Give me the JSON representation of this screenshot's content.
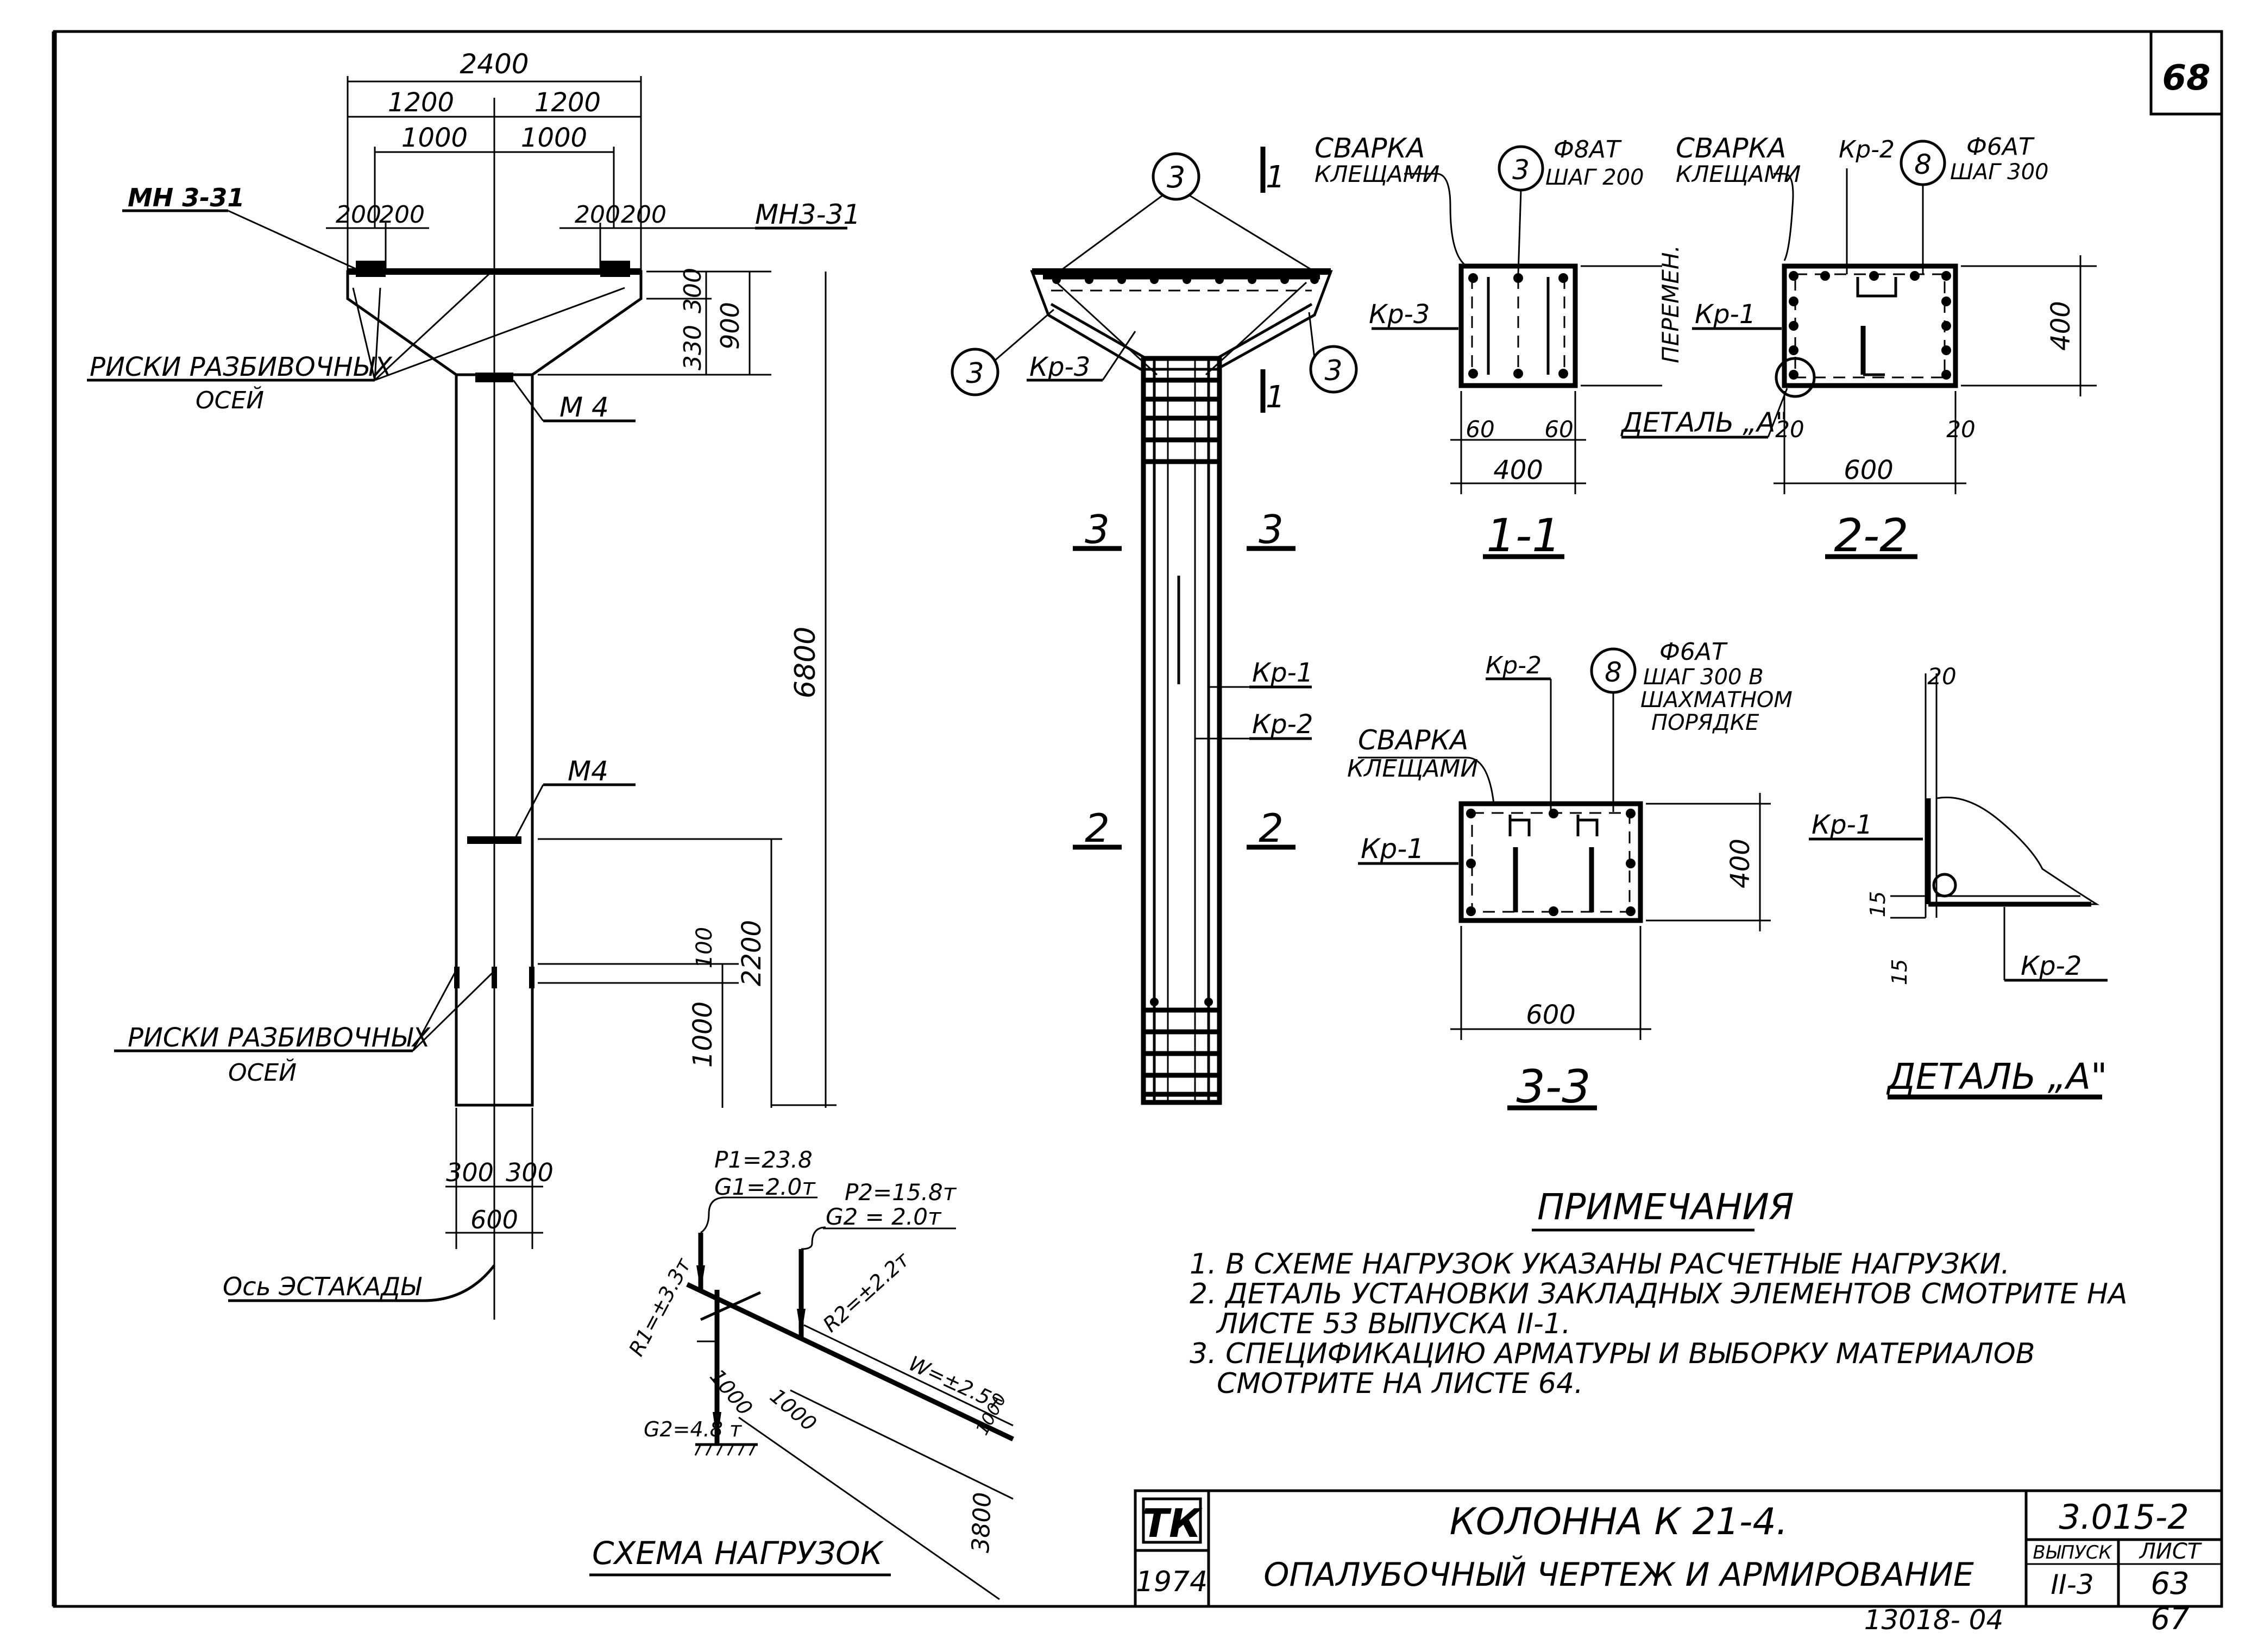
{
  "sheet": {
    "corner_mark": "68"
  },
  "elevation": {
    "dims": {
      "overall": "2400",
      "left_half": "1200",
      "right_half": "1200",
      "inner_left": "1000",
      "inner_right": "1000",
      "pad_ll": "200",
      "pad_lr": "200",
      "pad_rl": "200",
      "pad_rr": "200",
      "head_total": "900",
      "head_top": "300",
      "head_taper": "330",
      "column_height": "6800",
      "lower_zone": "2200",
      "base_offset": "1000",
      "ref_100": "100",
      "width_left": "300",
      "width_right": "300",
      "width_total": "600"
    },
    "labels": {
      "mn_left": "МН 3-31",
      "mn_right": "МН3-31",
      "marks_top_1": "РИСКИ РАЗБИВОЧНЫХ",
      "marks_top_2": "ОСЕЙ",
      "m4_top": "М 4",
      "m4_mid": "М4",
      "marks_bot_1": "РИСКИ РАЗБИВОЧНЫХ",
      "marks_bot_2": "ОСЕЙ",
      "axis": "Ось ЭСТАКАДЫ"
    }
  },
  "reinforcement": {
    "bubble_top": "3",
    "bubble_left": "3",
    "bubble_right": "3",
    "kr3": "Кр-3",
    "section_1": "1",
    "kr1": "Кр-1",
    "kr2": "Кр-2",
    "section_3": "3",
    "section_2": "2"
  },
  "section_1_1": {
    "weld_1": "СВАРКА",
    "weld_2": "КЛЕЩАМИ",
    "bubble": "3",
    "bar": "Ф8АТ",
    "step": "ШАГ 200",
    "kr3": "Кр-3",
    "var": "ПЕРЕМЕН.",
    "d60a": "60",
    "d60b": "60",
    "width": "400",
    "title": "1-1"
  },
  "section_2_2": {
    "weld_1": "СВАРКА",
    "weld_2": "КЛЕЩАМИ",
    "kr2": "Кр-2",
    "bubble": "8",
    "bar": "Ф6АТ",
    "step": "ШАГ 300",
    "kr1": "Кр-1",
    "height": "400",
    "detail": "ДЕТАЛЬ „А\"",
    "d20a": "20",
    "d20b": "20",
    "width": "600",
    "title": "2-2"
  },
  "section_3_3": {
    "kr2": "Кр-2",
    "bubble": "8",
    "bar": "Ф6АТ",
    "step_1": "ШАГ 300 В",
    "step_2": "ШАХМАТНОМ",
    "step_3": "ПОРЯДКЕ",
    "weld_1": "СВАРКА",
    "weld_2": "КЛЕЩАМИ",
    "kr1": "Кр-1",
    "height": "400",
    "width": "600",
    "title": "3-3"
  },
  "detail_a": {
    "d20": "20",
    "kr1": "Кр-1",
    "d15a": "15",
    "d15b": "15",
    "kr2": "Кр-2",
    "title": "ДЕТАЛЬ „А\""
  },
  "load_scheme": {
    "p1": "P1=23.8",
    "g1": "G1=2.0т",
    "p2": "P2=15.8т",
    "g2": "G2 = 2.0т",
    "r1": "R1=±3.3т",
    "r2": "R2=±2.2т",
    "w": "W=±2.5т",
    "d1000a": "1000",
    "d1000b": "1000",
    "d1000c": "1000",
    "g_low": "G2=4.8 т",
    "d3800": "3800",
    "title": "СХЕМА НАГРУЗОК"
  },
  "notes": {
    "title": "ПРИМЕЧАНИЯ",
    "lines": [
      "1. В СХЕМЕ НАГРУЗОК УКАЗАНЫ РАСЧЕТНЫЕ НАГРУЗКИ.",
      "2. ДЕТАЛЬ УСТАНОВКИ ЗАКЛАДНЫХ ЭЛЕМЕНТОВ СМОТРИТЕ НА",
      "ЛИСТЕ 53 ВЫПУСКА II-1.",
      "3. СПЕЦИФИКАЦИЮ АРМАТУРЫ И ВЫБОРКУ МАТЕРИАЛОВ",
      "СМОТРИТЕ НА ЛИСТЕ 64."
    ]
  },
  "title_block": {
    "logo": "ТК",
    "year": "1974",
    "title_1": "КОЛОННА К 21-4.",
    "title_2": "ОПАЛУБОЧНЫЙ ЧЕРТЕЖ И АРМИРОВАНИЕ",
    "code": "3.015-2",
    "issue_label": "ВЫПУСК",
    "issue": "II-3",
    "sheet_label": "ЛИСТ",
    "sheet": "63"
  },
  "footer": {
    "left": "13018- 04",
    "right": "67"
  }
}
